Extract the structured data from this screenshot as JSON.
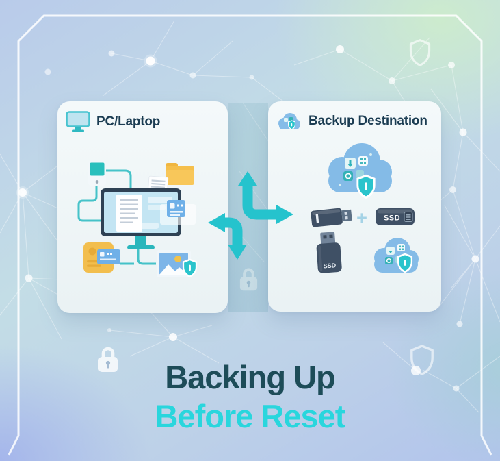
{
  "title": {
    "line1": "Backing Up",
    "line2": "Before Reset"
  },
  "left_panel": {
    "header": "PC/Laptop"
  },
  "right_panel": {
    "header": "Backup Destination",
    "plus": "+",
    "ssd_drive_label": "SSD",
    "ssd_stick_label": "SSD"
  },
  "colors": {
    "title_primary": "#1d4c58",
    "title_accent": "#29d6dd",
    "header_text": "#1b3c52",
    "arrow_teal": "#25c3cd",
    "panel_bg": "#f2f7f8",
    "cloud_blue": "#84bbe7",
    "device_slate": "#3f5065",
    "folder_yellow": "#f5bf4b",
    "shield_teal": "#2ac4cc",
    "bg_top_left": "#b9cbea",
    "bg_top_right": "#cdecCC",
    "bg_bottom_left": "#a7b5ea"
  },
  "icons": [
    "monitor-icon",
    "cloud-shield-icon",
    "lock-icon",
    "shield-outline-icon",
    "folder-icon",
    "document-icon",
    "phone-icon",
    "photo-icon",
    "id-card-icon",
    "usb-flash-drive-icon",
    "ssd-drive-icon",
    "usb-ssd-stick-icon",
    "cloud-backup-icon",
    "plus-icon",
    "arrow-up-right-icon",
    "arrow-left-down-icon"
  ]
}
